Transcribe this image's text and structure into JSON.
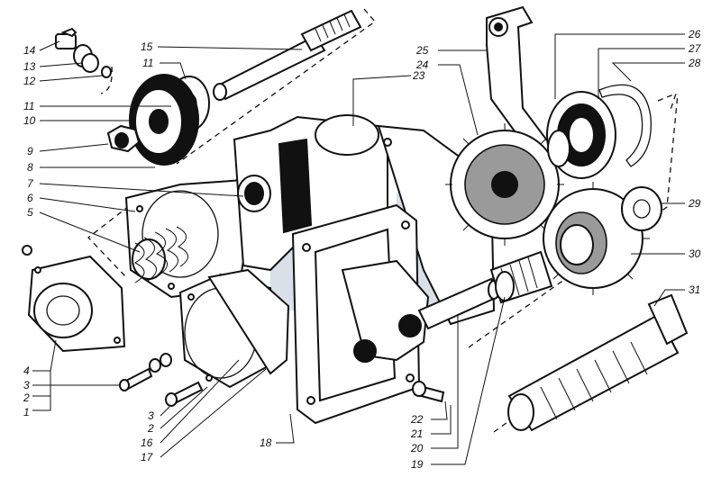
{
  "callouts": {
    "c1": "1",
    "c2a": "2",
    "c2b": "2",
    "c3a": "3",
    "c3b": "3",
    "c4": "4",
    "c5": "5",
    "c6": "6",
    "c7": "7",
    "c8": "8",
    "c9": "9",
    "c10": "10",
    "c11a": "11",
    "c11b": "11",
    "c12": "12",
    "c13": "13",
    "c14": "14",
    "c15": "15",
    "c16": "16",
    "c17": "17",
    "c18": "18",
    "c19": "19",
    "c20": "20",
    "c21": "21",
    "c22": "22",
    "c23": "23",
    "c24": "24",
    "c25": "25",
    "c26": "26",
    "c27": "27",
    "c28": "28",
    "c29": "29",
    "c30": "30",
    "c31": "31"
  },
  "colors": {
    "ink": "#111111",
    "paper": "#ffffff",
    "watermark": "#b9c6d4"
  }
}
